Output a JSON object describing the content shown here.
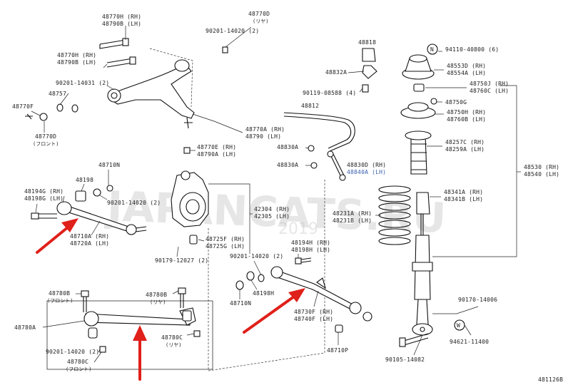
{
  "diagram": {
    "footer_code": "481126B",
    "watermark": {
      "brand": "JAPANCATS.RU",
      "year": "2019"
    },
    "labels": {
      "p48770H": "48770H (RH)",
      "p48790B_top": "48790B (LH)",
      "p48770D_top": "48770D",
      "riyaa_top": "(リヤ)",
      "p90201_14020_top": "90201-14020 (2)",
      "p48770H_2": "48770H (RH)",
      "p48790B_2": "48790B (LH)",
      "p90201_14031": "90201-14031 (2)",
      "p48757": "48757",
      "p48770F": "48770F",
      "p48770D": "48770D",
      "front_1": "(フロント)",
      "p48770A": "48770A (RH)",
      "p48790": "48790 (LH)",
      "p48770E": "48770E (RH)",
      "p48790A": "48790A (LH)",
      "p48818": "48818",
      "p48832A": "48832A",
      "p90119": "90119-08588 (4)",
      "p48812": "48812",
      "p48830A_1": "48830A",
      "p48830A_2": "48830A",
      "p48830D": "48830D (RH)",
      "p48840A": "48840A (LH)",
      "p94110": "94110-40800 (6)",
      "p48553D": "48553D (RH)",
      "p48554A": "48554A (LH)",
      "p48750J": "48750J (RH)",
      "p48760C": "48760C (LH)",
      "p48750G": "48750G",
      "p48750H": "48750H (RH)",
      "p48760B": "48760B (LH)",
      "p48257C": "48257C (RH)",
      "p48259A": "48259A (LH)",
      "p48530": "48530 (RH)",
      "p48540": "48540 (LH)",
      "p48341A": "48341A (RH)",
      "p48341B": "48341B (LH)",
      "p48231A": "48231A (RH)",
      "p48231B": "48231B (LH)",
      "p48710N_1": "48710N",
      "p48198_1": "48198",
      "p48194G": "48194G (RH)",
      "p48198G": "48198G (LH)",
      "p90201_14020_b": "90201-14020 (2)",
      "p48710A": "48710A (RH)",
      "p48720A": "48720A (LH)",
      "p42304": "42304 (RH)",
      "p42305": "42305 (LH)",
      "p48725F": "48725F (RH)",
      "p48725G": "48725G (LH)",
      "p90179": "90179-12027 (2)",
      "p48194H": "48194H (RH)",
      "p48198H": "48198H (LH)",
      "p90201_14020_c": "90201-14020 (2)",
      "p48198H_2": "48198H",
      "p48710N_2": "48710N",
      "p48730F": "48730F (RH)",
      "p48740F": "48740F (LH)",
      "p48710P": "48710P",
      "p48780B_1": "48780B",
      "front_2": "(フロント)",
      "p48780B_2": "48780B",
      "riyaa_2": "(リヤ)",
      "p48780A": "48780A",
      "p48780C_1": "48780C",
      "riyaa_3": "(リヤ)",
      "p90201_14020_d": "90201-14020 (2)",
      "p48780C_2": "48780C",
      "front_3": "(フロント)",
      "p90170": "90170-14006",
      "p94621": "94621-11400",
      "p90105": "90105-14082",
      "circle_N": "N",
      "circle_W": "W"
    }
  }
}
